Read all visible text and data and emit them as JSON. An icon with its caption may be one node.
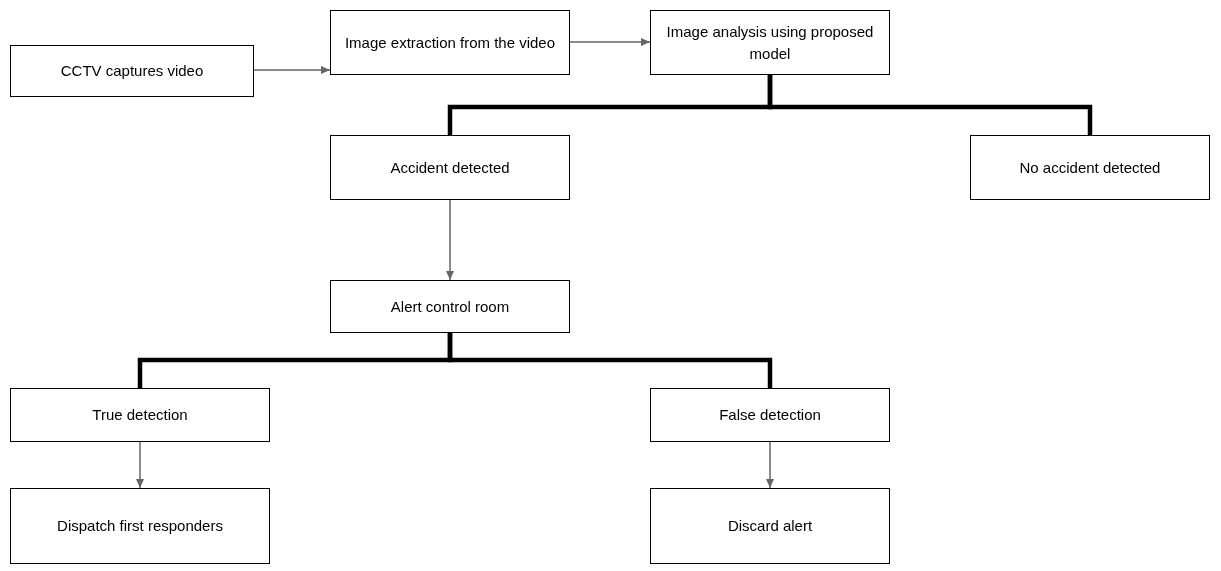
{
  "diagram": {
    "nodes": [
      {
        "text": [
          "CCTV captures video"
        ]
      },
      {
        "text": [
          "Image extraction from the video"
        ]
      },
      {
        "text": [
          "Image analysis using proposed model"
        ]
      },
      {
        "text": [
          "Accident detected"
        ]
      },
      {
        "text": [
          "No accident detected"
        ]
      },
      {
        "text": [
          "Alert control room"
        ]
      },
      {
        "text": [
          "True detection"
        ]
      },
      {
        "text": [
          "False detection"
        ]
      },
      {
        "text": [
          "Dispatch first responders"
        ]
      },
      {
        "text": [
          "Discard alert"
        ]
      }
    ],
    "edges": [
      {
        "from": 0,
        "to": 1,
        "arrow": "to"
      },
      {
        "from": 1,
        "to": 2,
        "arrow": "to"
      },
      {
        "from": 2,
        "to": 3,
        "arrow": "none",
        "style": "thick",
        "color": "#000000"
      },
      {
        "from": 2,
        "to": 4,
        "arrow": "none",
        "style": "thick",
        "color": "#000000"
      },
      {
        "from": 3,
        "to": 5,
        "arrow": "to"
      },
      {
        "from": 5,
        "to": 6,
        "arrow": "none",
        "style": "thick",
        "color": "#000000"
      },
      {
        "from": 5,
        "to": 7,
        "arrow": "none",
        "style": "thick",
        "color": "#000000"
      },
      {
        "from": 6,
        "to": 8,
        "arrow": "to"
      },
      {
        "from": 7,
        "to": 9,
        "arrow": "to"
      }
    ]
  }
}
